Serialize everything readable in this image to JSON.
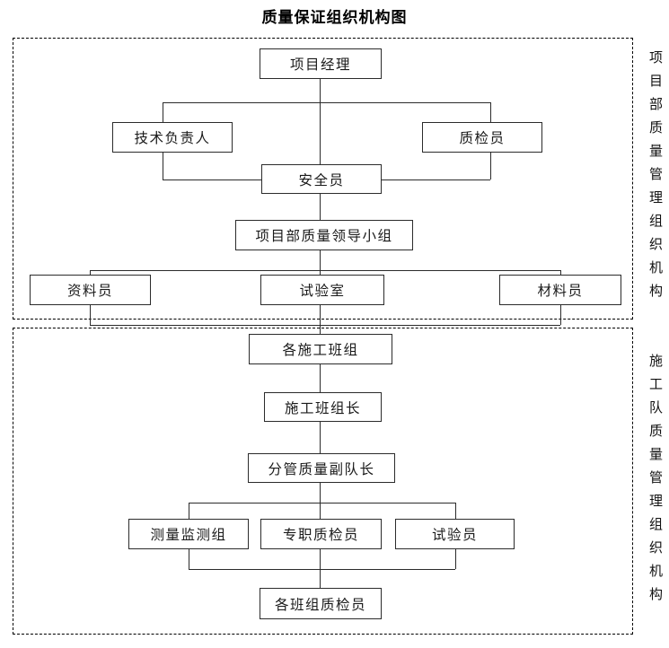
{
  "chart_data": {
    "type": "diagram",
    "title": "质量保证组织机构图",
    "diagram_kind": "organization-chart",
    "regions": [
      {
        "id": "project-department",
        "side_label": "项目部质量管理组织机构",
        "nodes": [
          "项目经理",
          "技术负责人",
          "质检员",
          "安全员",
          "项目部质量领导小组",
          "资料员",
          "试验室",
          "材料员"
        ]
      },
      {
        "id": "construction-team",
        "side_label": "施工队质量管理组织机构",
        "nodes": [
          "各施工班组",
          "施工班组长",
          "分管质量副队长",
          "测量监测组",
          "专职质检员",
          "试验员",
          "各班组质检员"
        ]
      }
    ],
    "edges": [
      [
        "项目经理",
        "技术负责人"
      ],
      [
        "项目经理",
        "质检员"
      ],
      [
        "项目经理",
        "安全员"
      ],
      [
        "技术负责人",
        "安全员"
      ],
      [
        "质检员",
        "安全员"
      ],
      [
        "安全员",
        "项目部质量领导小组"
      ],
      [
        "项目部质量领导小组",
        "资料员"
      ],
      [
        "项目部质量领导小组",
        "试验室"
      ],
      [
        "项目部质量领导小组",
        "材料员"
      ],
      [
        "资料员",
        "各施工班组"
      ],
      [
        "试验室",
        "各施工班组"
      ],
      [
        "材料员",
        "各施工班组"
      ],
      [
        "各施工班组",
        "施工班组长"
      ],
      [
        "施工班组长",
        "分管质量副队长"
      ],
      [
        "分管质量副队长",
        "测量监测组"
      ],
      [
        "分管质量副队长",
        "专职质检员"
      ],
      [
        "分管质量副队长",
        "试验员"
      ],
      [
        "测量监测组",
        "各班组质检员"
      ],
      [
        "专职质检员",
        "各班组质检员"
      ],
      [
        "试验员",
        "各班组质检员"
      ]
    ]
  },
  "title": "质量保证组织机构图",
  "side_labels": {
    "project": "项目部质量管理组织机构",
    "team": "施工队质量管理组织机构"
  },
  "nodes": {
    "project_manager": "项目经理",
    "technical_director": "技术负责人",
    "quality_inspector": "质检员",
    "safety_officer": "安全员",
    "quality_leading_group": "项目部质量领导小组",
    "data_clerk": "资料员",
    "laboratory": "试验室",
    "material_clerk": "材料员",
    "construction_teams": "各施工班组",
    "team_leader": "施工班组长",
    "deputy_quality_captain": "分管质量副队长",
    "survey_monitor_group": "测量监测组",
    "full_time_inspector": "专职质检员",
    "lab_technician": "试验员",
    "team_inspectors": "各班组质检员"
  },
  "colors": {
    "border": "#2b2b2b",
    "text": "#1a1a1a",
    "background": "#ffffff"
  }
}
